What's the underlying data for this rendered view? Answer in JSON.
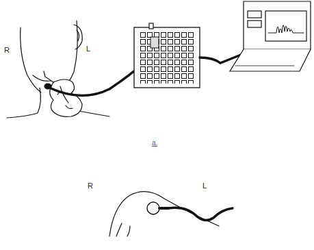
{
  "diagram": {
    "labels": [
      "R",
      "L",
      "a.",
      "R",
      "L"
    ]
  }
}
